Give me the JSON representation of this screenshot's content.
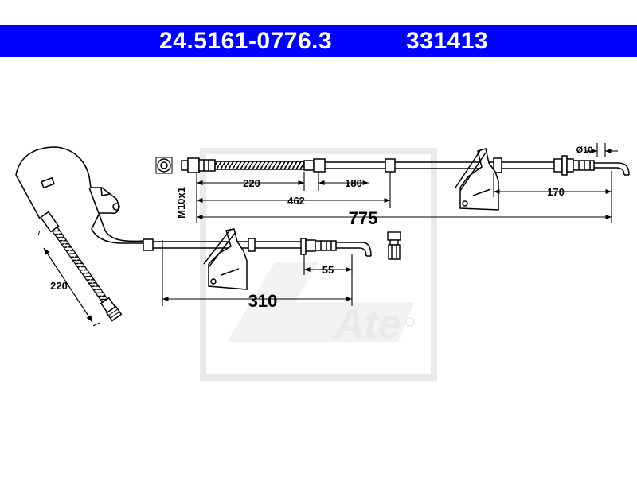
{
  "header": {
    "part_number": "24.5161-0776.3",
    "ref_number": "331413",
    "background": "#0000ff",
    "text_color": "#ffffff"
  },
  "dimensions": {
    "thread": "M10x1",
    "d220_top": "220",
    "d180": "180",
    "d462": "462",
    "d10": "Ø10",
    "d170": "170",
    "d775": "775",
    "d220_left": "220",
    "d55": "55",
    "d310": "310"
  },
  "watermark": {
    "logo_text": "Ate"
  }
}
